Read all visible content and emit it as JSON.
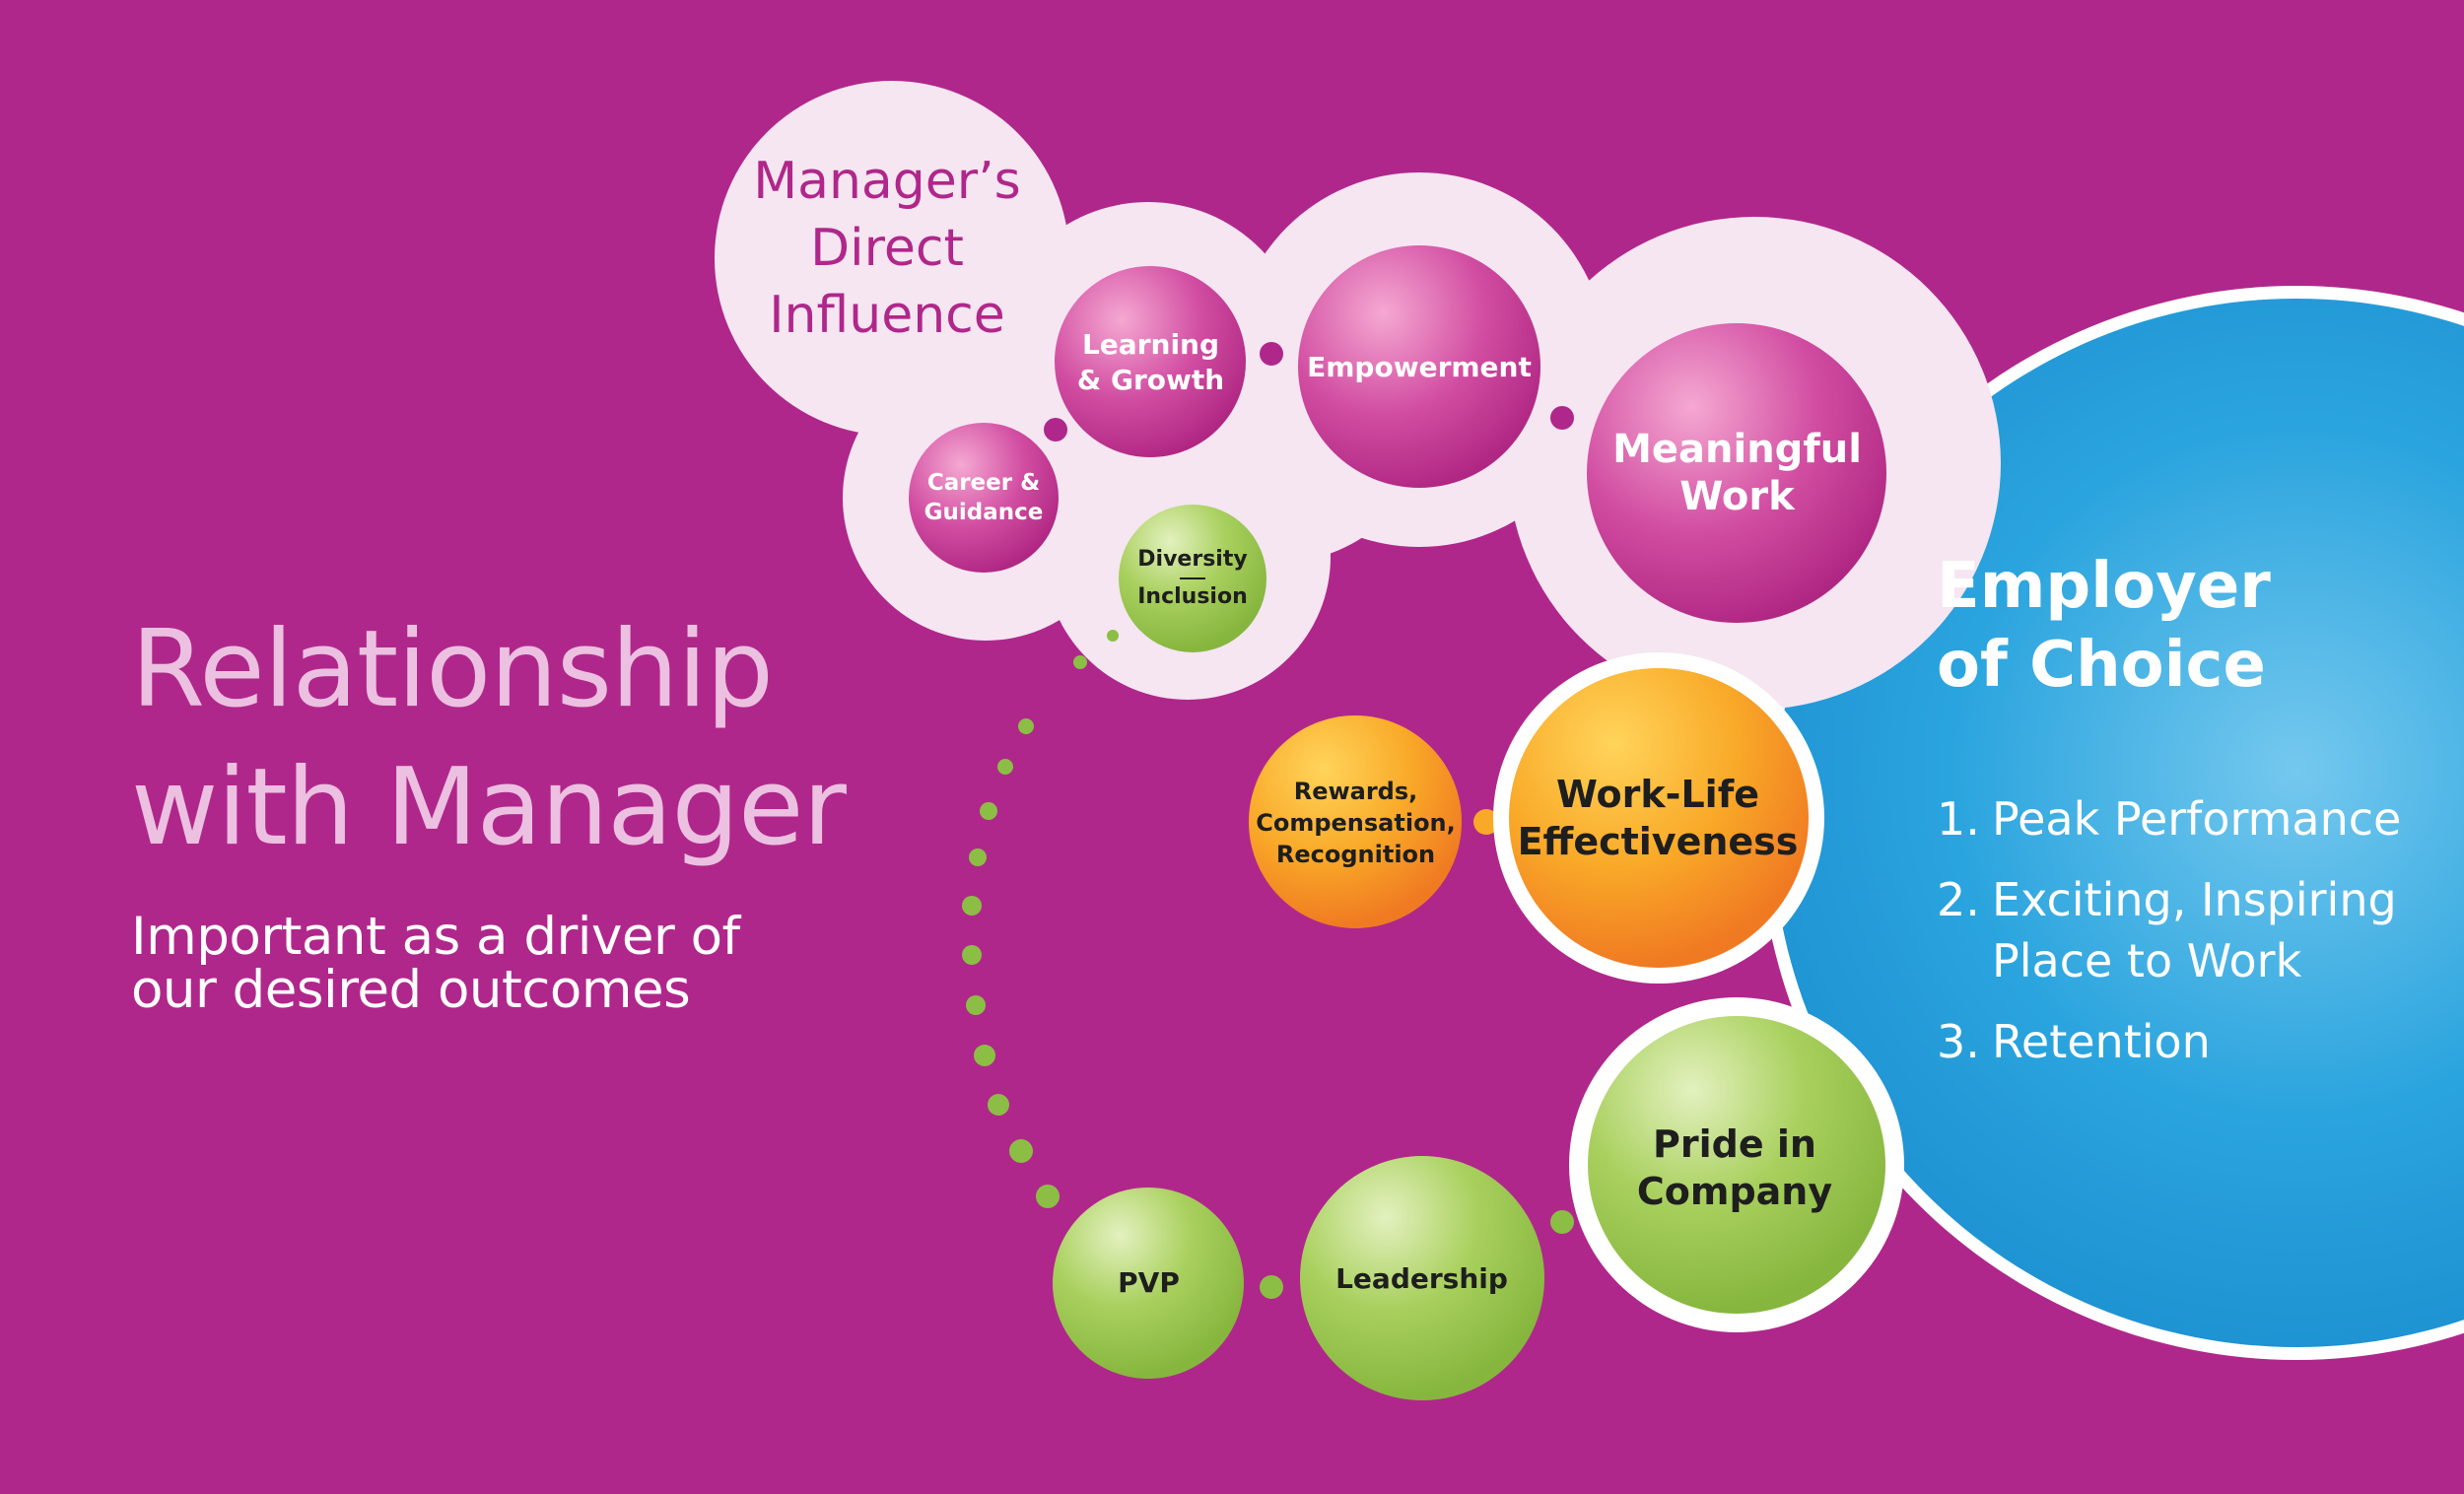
{
  "title": {
    "line1": "Relationship",
    "line2": "with Manager"
  },
  "subtitle": {
    "line1": "Important as a driver of",
    "line2": "our desired outcomes"
  },
  "managers_direct_influence": {
    "line1": "Manager’s",
    "line2": "Direct",
    "line3": "Influence"
  },
  "bubbles": {
    "career": {
      "line1": "Career &",
      "line2": "Guidance"
    },
    "learning": {
      "line1": "Learning",
      "line2": "& Growth"
    },
    "empowerment": {
      "label": "Empowerment"
    },
    "meaningful": {
      "line1": "Meaningful",
      "line2": "Work"
    },
    "diversity": {
      "line1": "Diversity",
      "line2": "Inclusion"
    },
    "rewards": {
      "line1": "Rewards,",
      "line2": "Compensation,",
      "line3": "Recognition"
    },
    "worklife": {
      "line1": "Work-Life",
      "line2": "Effectiveness"
    },
    "pride": {
      "line1": "Pride in",
      "line2": "Company"
    },
    "leadership": {
      "label": "Leadership"
    },
    "pvp": {
      "label": "PVP"
    }
  },
  "employer_of_choice": {
    "title_line1": "Employer",
    "title_line2": "of Choice",
    "items": [
      {
        "num": "1.",
        "line1": "Peak Performance",
        "line2": ""
      },
      {
        "num": "2.",
        "line1": "Exciting, Inspiring",
        "line2": "Place to Work"
      },
      {
        "num": "3.",
        "line1": "Retention",
        "line2": ""
      }
    ]
  },
  "colors": {
    "background": "#b0278b",
    "cloud": "#f5e6f1",
    "pink_bubble": "#c5398f",
    "green_bubble": "#8cbe45",
    "orange_bubble": "#f7a123",
    "blue_circle": "#1e9fdb",
    "title_text": "#ecc0e0"
  }
}
